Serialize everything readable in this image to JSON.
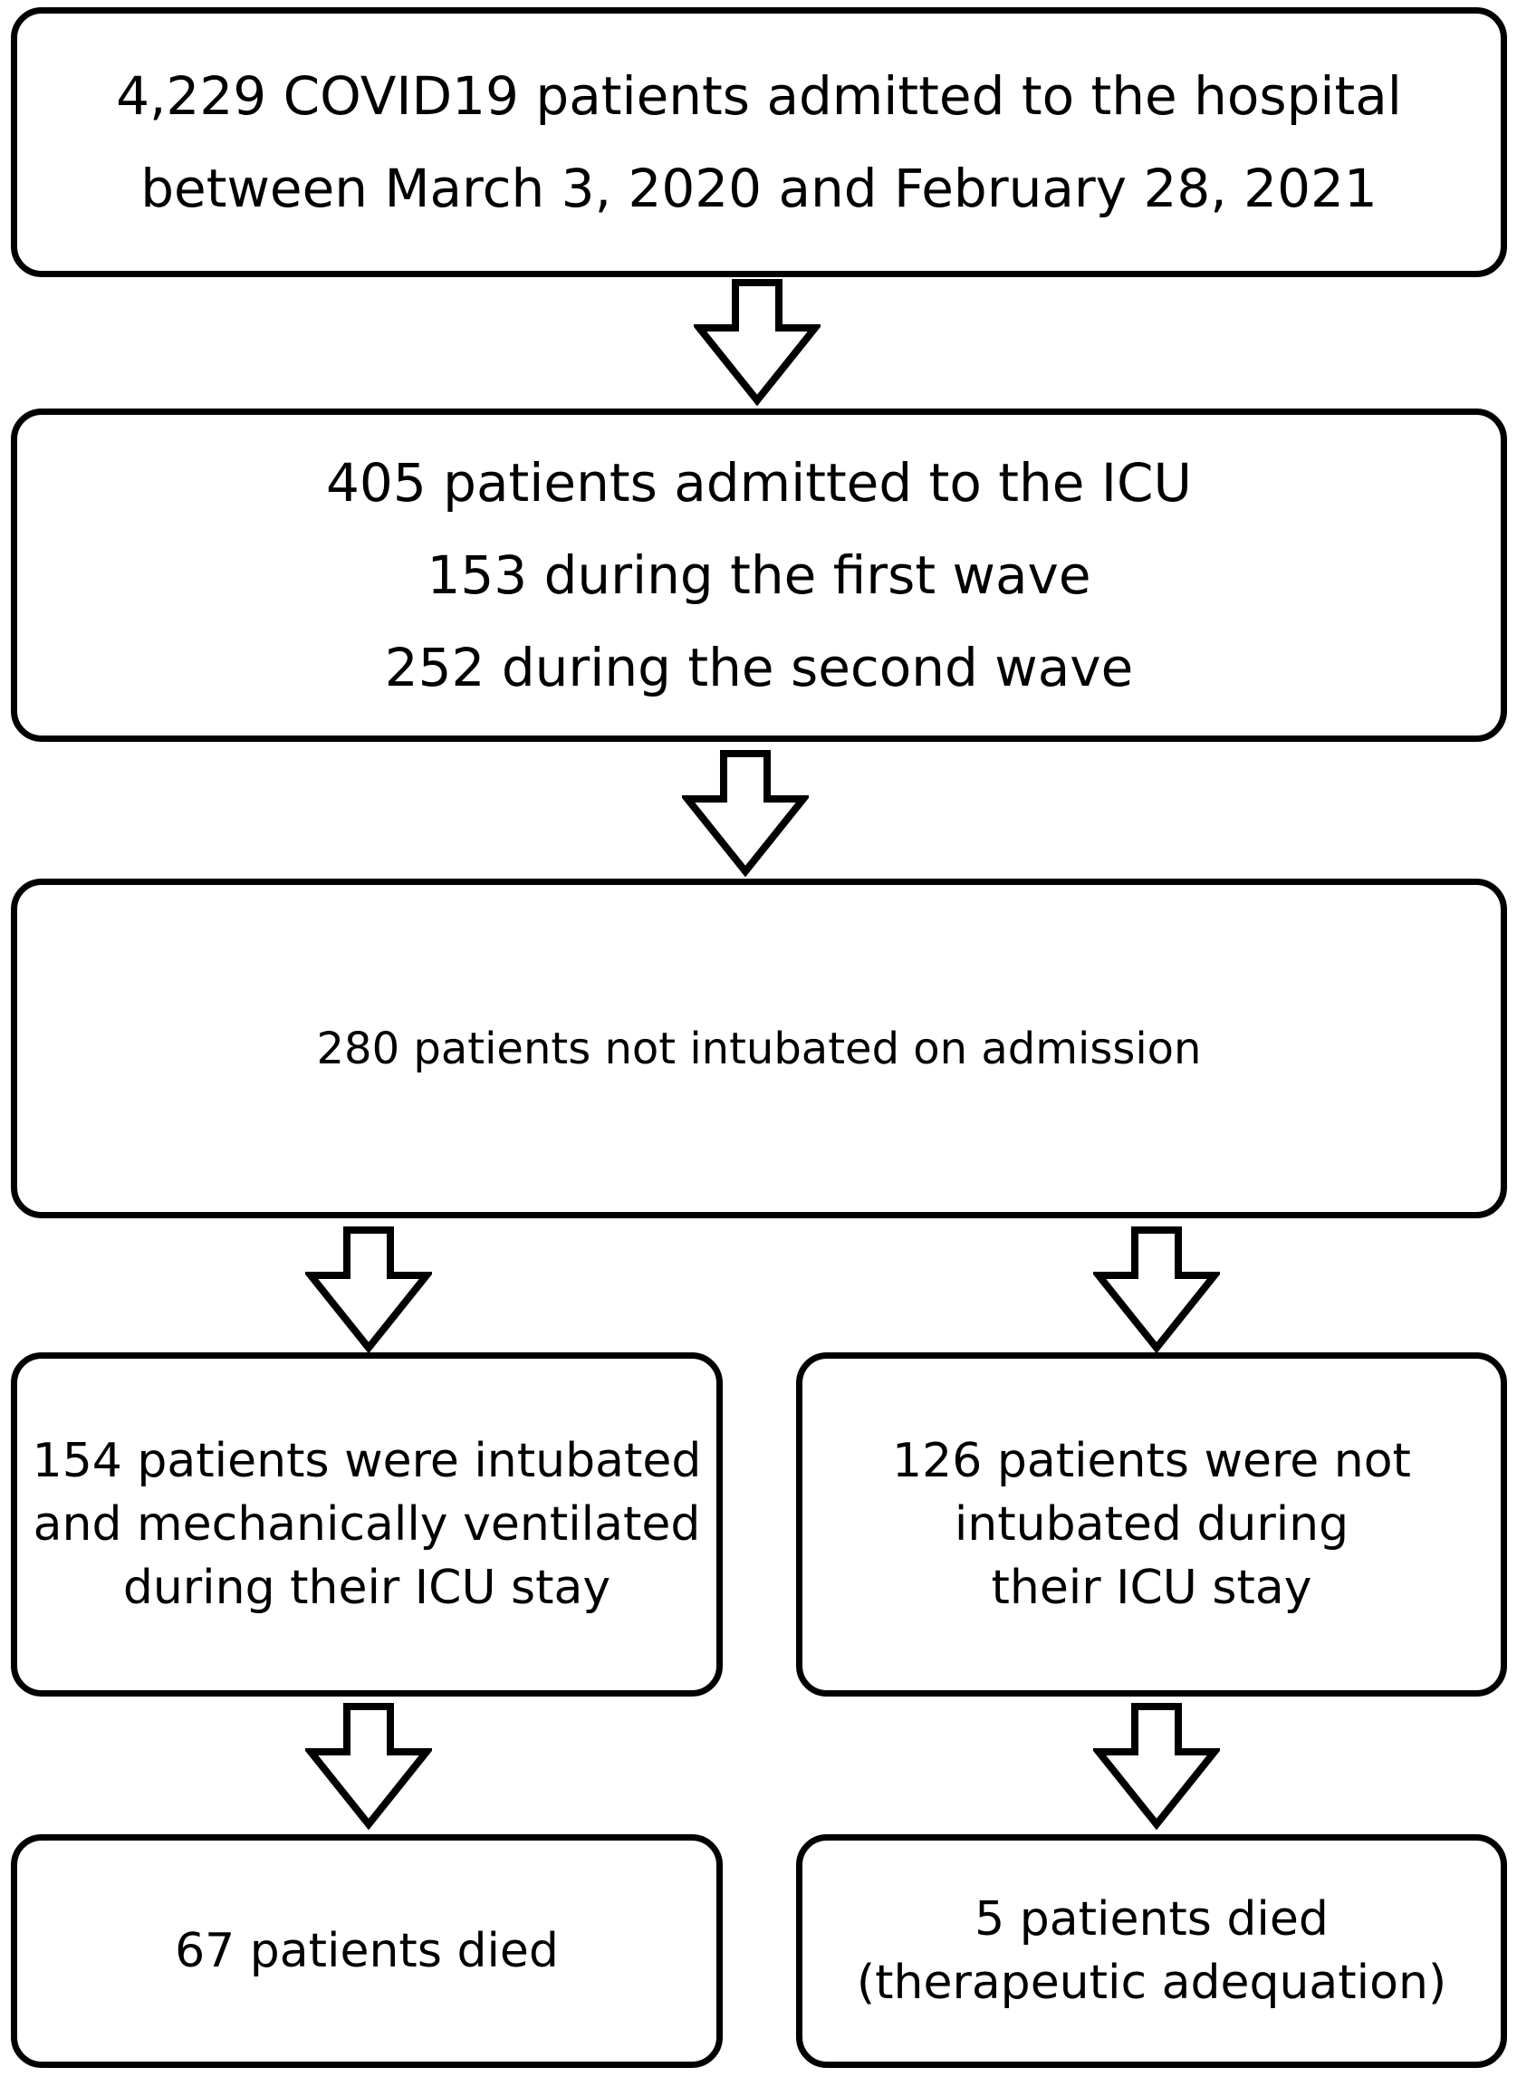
{
  "flowchart": {
    "box1": {
      "lines": [
        "4,229 COVID19 patients admitted to the hospital",
        "between March 3, 2020 and February 28, 2021"
      ]
    },
    "box2": {
      "lines": [
        "405 patients admitted to the ICU",
        "153 during the first wave",
        "252 during the second wave"
      ]
    },
    "box3": {
      "lines": [
        "280 patients not intubated on admission"
      ]
    },
    "box4": {
      "lines": [
        "154 patients were intubated",
        "and mechanically ventilated",
        "during their ICU stay"
      ]
    },
    "box5": {
      "lines": [
        "126 patients were not",
        "intubated during",
        "their ICU stay"
      ]
    },
    "box6": {
      "lines": [
        "67 patients died"
      ]
    },
    "box7": {
      "lines": [
        "5 patients died",
        "(therapeutic adequation)"
      ]
    }
  },
  "colors": {
    "stroke": "#000000",
    "background": "#ffffff"
  },
  "arrow_icon": "hollow-down-arrow-icon"
}
